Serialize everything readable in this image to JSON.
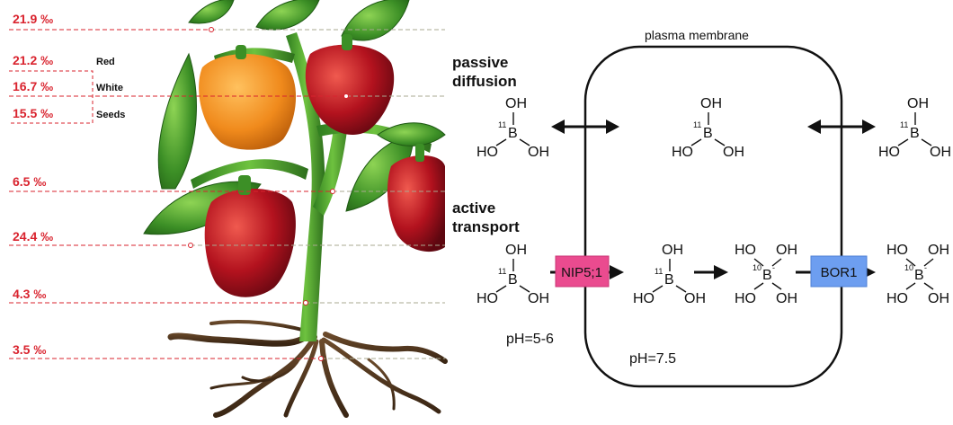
{
  "plant_labels": {
    "levels": [
      {
        "value": "21.9 ‰"
      },
      {
        "value": "21.2 ‰",
        "tissue": "Red"
      },
      {
        "value": "16.7 ‰",
        "tissue": "White"
      },
      {
        "value": "15.5 ‰",
        "tissue": "Seeds"
      },
      {
        "value": "6.5 ‰"
      },
      {
        "value": "24.4 ‰"
      },
      {
        "value": "4.3 ‰"
      },
      {
        "value": "3.5 ‰"
      }
    ],
    "line_color": "#d9232e"
  },
  "diagram": {
    "membrane_label": "plasma membrane",
    "passive_label": [
      "passive",
      "diffusion"
    ],
    "active_label": [
      "active",
      "transport"
    ],
    "ph_outside": "pH=5-6",
    "ph_inside": "pH=7.5",
    "transporter_in": {
      "label": "NIP5;1",
      "color": "#ea4b8f"
    },
    "transporter_out": {
      "label": "BOR1",
      "color": "#6d9ef0"
    },
    "chem": {
      "oh": "OH",
      "ho": "HO",
      "b": "B",
      "b_minus": "B",
      "iso11": "11",
      "iso10": "10",
      "minus": "-"
    }
  }
}
